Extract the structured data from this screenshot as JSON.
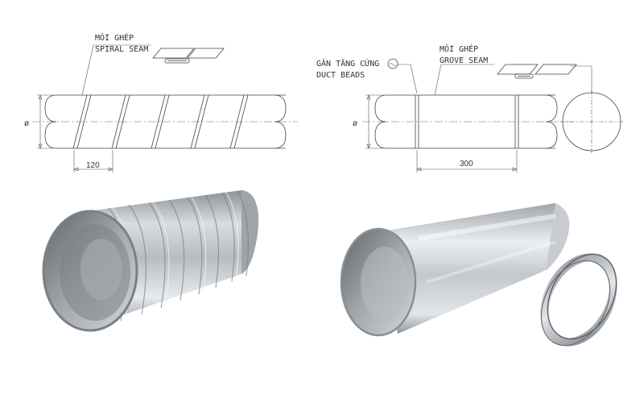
{
  "spiral": {
    "label_vi": "MỐI GHÉP",
    "label_en": "SPIRAL SEAM",
    "diameter_symbol": "ø",
    "pitch": "120"
  },
  "grove": {
    "beads_label_vi": "GÂN TĂNG CỨNG",
    "beads_label_en": "DUCT BEADS",
    "seam_label_vi": "MỐI GHÉP",
    "seam_label_en": "GROVE SEAM",
    "diameter_symbol": "ø",
    "spacing": "300"
  },
  "colors": {
    "line": "#444444",
    "metal_dark": "#6e7378",
    "metal_light": "#e6e9ec",
    "metal_mid": "#aeb3b8"
  }
}
